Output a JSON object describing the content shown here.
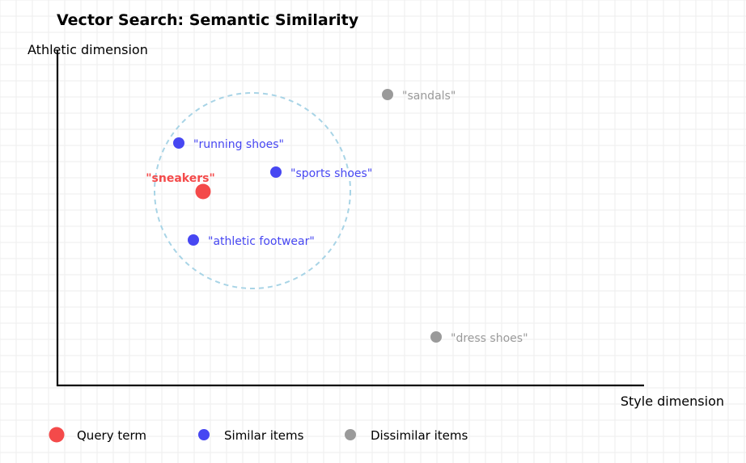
{
  "title": "Vector Search: Semantic Similarity",
  "axes": {
    "y_label": "Athletic dimension",
    "x_label": "Style dimension"
  },
  "colors": {
    "query": "#f44a4a",
    "similar": "#4747f2",
    "dissimilar": "#9a9a9a",
    "radius": "#a8d4e6",
    "grid": "#eeeeee"
  },
  "chart_data": {
    "type": "scatter",
    "grid": true,
    "similarity_radius_shown": true,
    "points": [
      {
        "label": "\"sneakers\"",
        "category": "query",
        "x": 3.0,
        "y": 6.0
      },
      {
        "label": "\"running shoes\"",
        "category": "similar",
        "x": 2.5,
        "y": 7.5
      },
      {
        "label": "\"sports shoes\"",
        "category": "similar",
        "x": 4.5,
        "y": 6.6
      },
      {
        "label": "\"athletic footwear\"",
        "category": "similar",
        "x": 2.8,
        "y": 4.5
      },
      {
        "label": "\"sandals\"",
        "category": "dissimilar",
        "x": 6.8,
        "y": 9.0
      },
      {
        "label": "\"dress shoes\"",
        "category": "dissimilar",
        "x": 7.8,
        "y": 1.5
      }
    ]
  },
  "legend": [
    {
      "label": "Query term",
      "category": "query"
    },
    {
      "label": "Similar items",
      "category": "similar"
    },
    {
      "label": "Dissimilar items",
      "category": "dissimilar"
    }
  ]
}
